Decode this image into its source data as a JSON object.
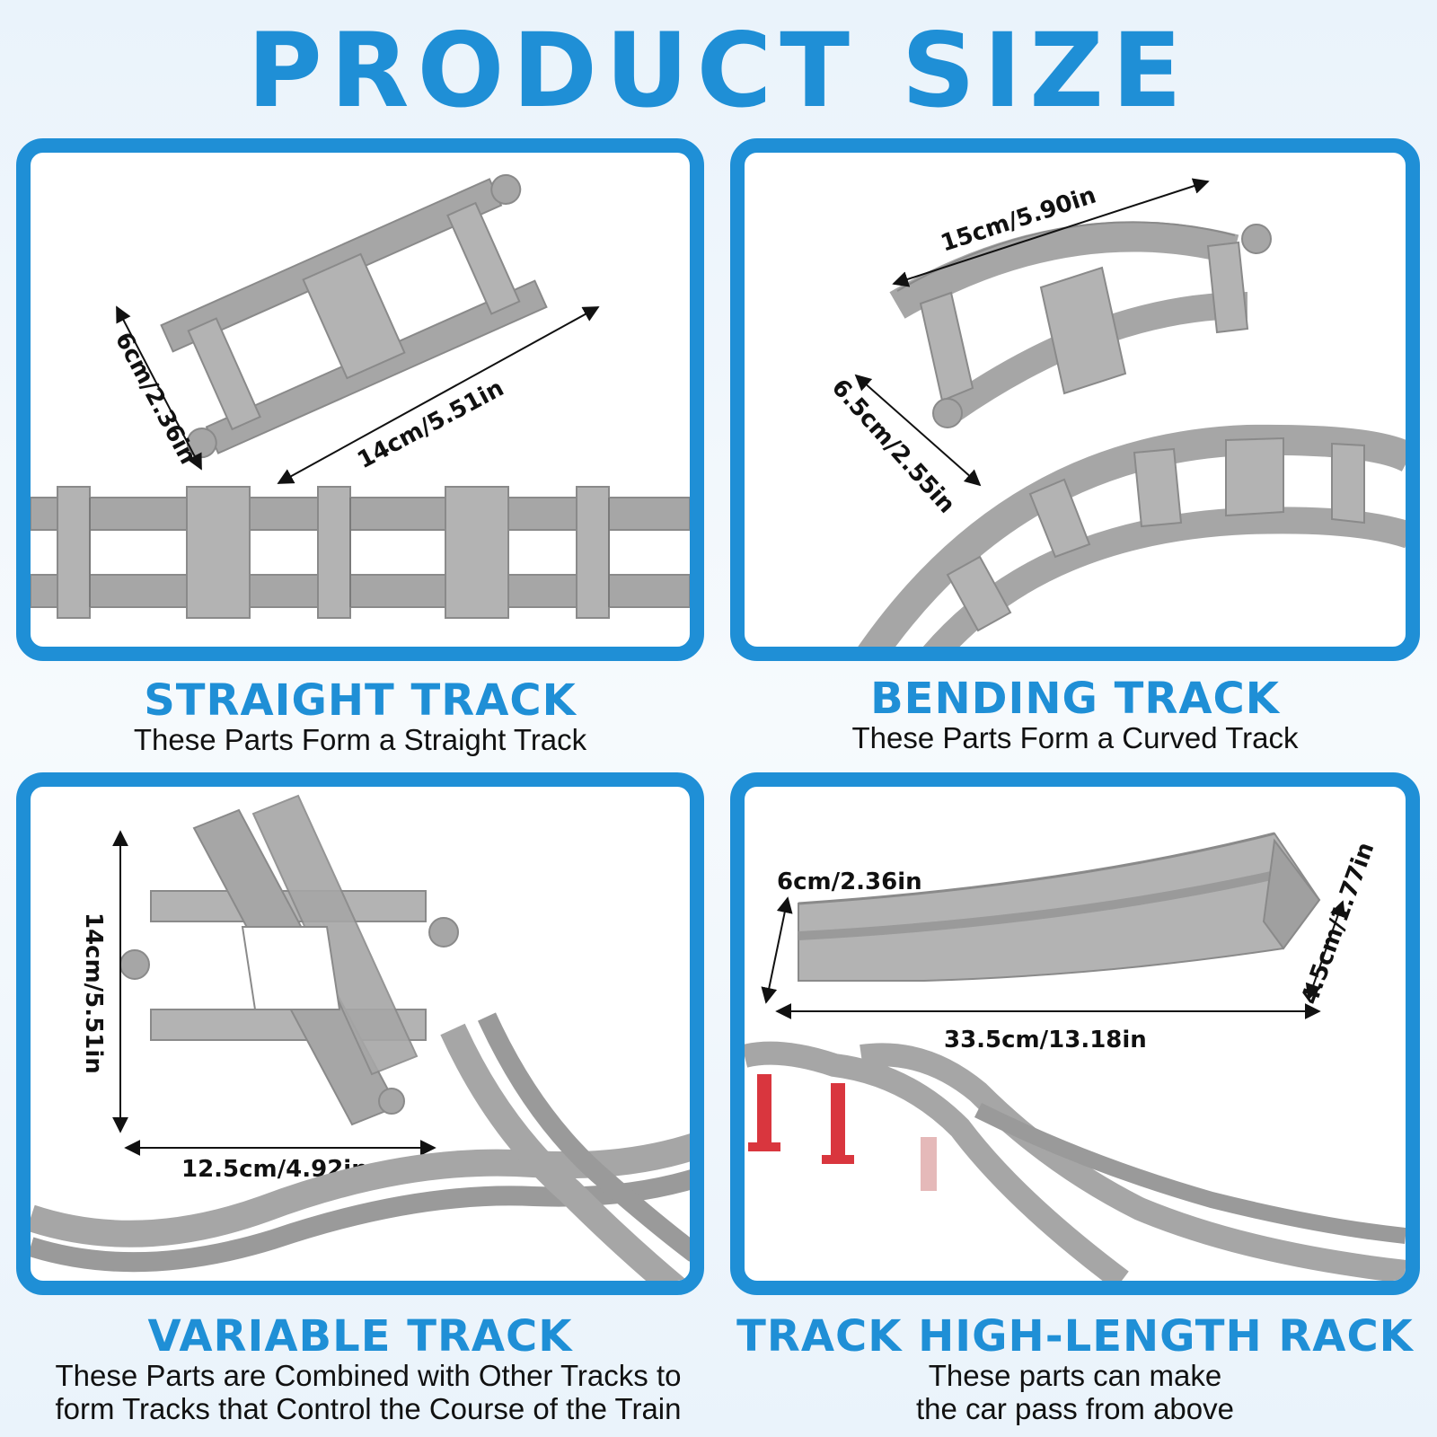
{
  "title": "PRODUCT SIZE",
  "colors": {
    "accent": "#1f8fd6",
    "track_gray": "#a9a9a9",
    "support_red": "#d9363e"
  },
  "panels": [
    {
      "title": "STRAIGHT TRACK",
      "subtitle": "These Parts Form a Straight Track",
      "dims": [
        "6cm/2.36in",
        "14cm/5.51in"
      ]
    },
    {
      "title": "BENDING TRACK",
      "subtitle": "These Parts Form a Curved Track",
      "dims": [
        "15cm/5.90in",
        "6.5cm/2.55in"
      ]
    },
    {
      "title": "VARIABLE TRACK",
      "subtitle_lines": [
        "These Parts are Combined with Other Tracks to",
        "form Tracks that Control the Course of the Train"
      ],
      "dims": [
        "14cm/5.51in",
        "12.5cm/4.92in"
      ]
    },
    {
      "title": "TRACK HIGH-LENGTH RACK",
      "subtitle_lines": [
        "These parts can make",
        "the car pass from above"
      ],
      "dims": [
        "6cm/2.36in",
        "4.5cm/1.77in",
        "33.5cm/13.18in"
      ]
    }
  ]
}
